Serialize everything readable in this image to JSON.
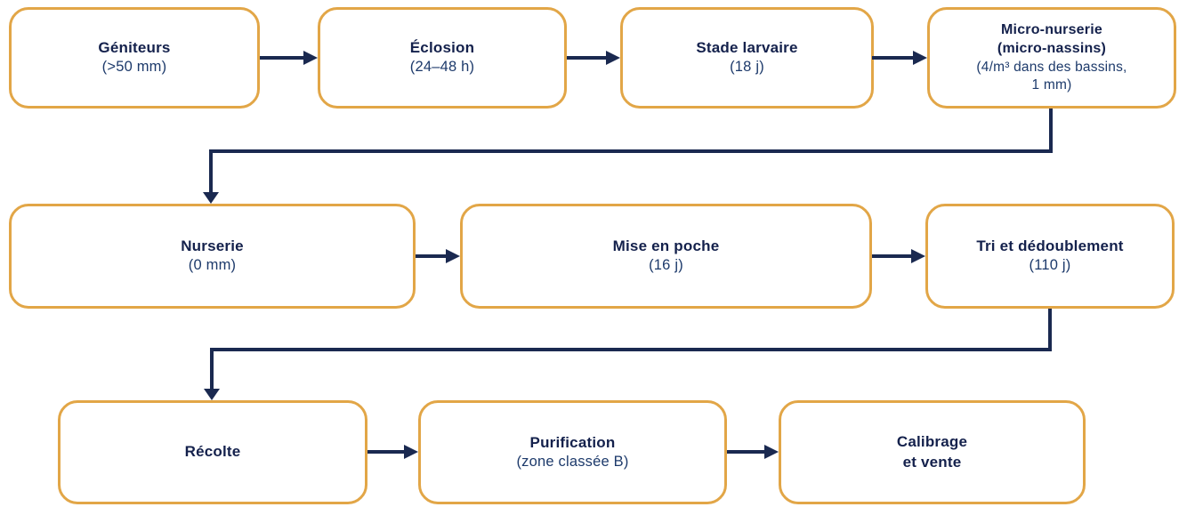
{
  "palette": {
    "background": "#FFFFFF",
    "box_fill": "#FFFFFF",
    "box_border": "#E2A647",
    "title_color": "#14214C",
    "subtitle_color": "#1D3A6B",
    "line_color": "#1A2950"
  },
  "flowchart": {
    "nodes": [
      {
        "title": "Géniteurs",
        "subtitle": "(>50 mm)"
      },
      {
        "title": "Éclosion",
        "subtitle": "(24–48 h)"
      },
      {
        "title": "Stade larvaire",
        "subtitle": "(18 j)"
      },
      {
        "title": "Micro-nurserie\n(micro-nassins)",
        "subtitle": "(4/m³ dans des bassins,\n1 mm)"
      },
      {
        "title": "Nurserie",
        "subtitle": "(0 mm)"
      },
      {
        "title": "Mise en poche",
        "subtitle": "(16 j)"
      },
      {
        "title": "Tri et dédoublement",
        "subtitle": "(110 j)"
      },
      {
        "title": "Récolte",
        "subtitle": ""
      },
      {
        "title": "Purification",
        "subtitle": "(zone classée B)"
      },
      {
        "title": "Calibrage\net vente",
        "subtitle": ""
      }
    ],
    "edges": [
      {
        "from": "Géniteurs",
        "to": "Éclosion",
        "shape": "straight"
      },
      {
        "from": "Éclosion",
        "to": "Stade larvaire",
        "shape": "straight"
      },
      {
        "from": "Stade larvaire",
        "to": "Micro-nurserie (micro-nassins)",
        "shape": "straight"
      },
      {
        "from": "Micro-nurserie (micro-nassins)",
        "to": "Nurserie",
        "shape": "elbow"
      },
      {
        "from": "Nurserie",
        "to": "Mise en poche",
        "shape": "straight"
      },
      {
        "from": "Mise en poche",
        "to": "Tri et dédoublement",
        "shape": "straight"
      },
      {
        "from": "Tri et dédoublement",
        "to": "Récolte",
        "shape": "elbow"
      },
      {
        "from": "Récolte",
        "to": "Purification",
        "shape": "straight"
      },
      {
        "from": "Purification",
        "to": "Calibrage et vente",
        "shape": "straight"
      }
    ]
  }
}
